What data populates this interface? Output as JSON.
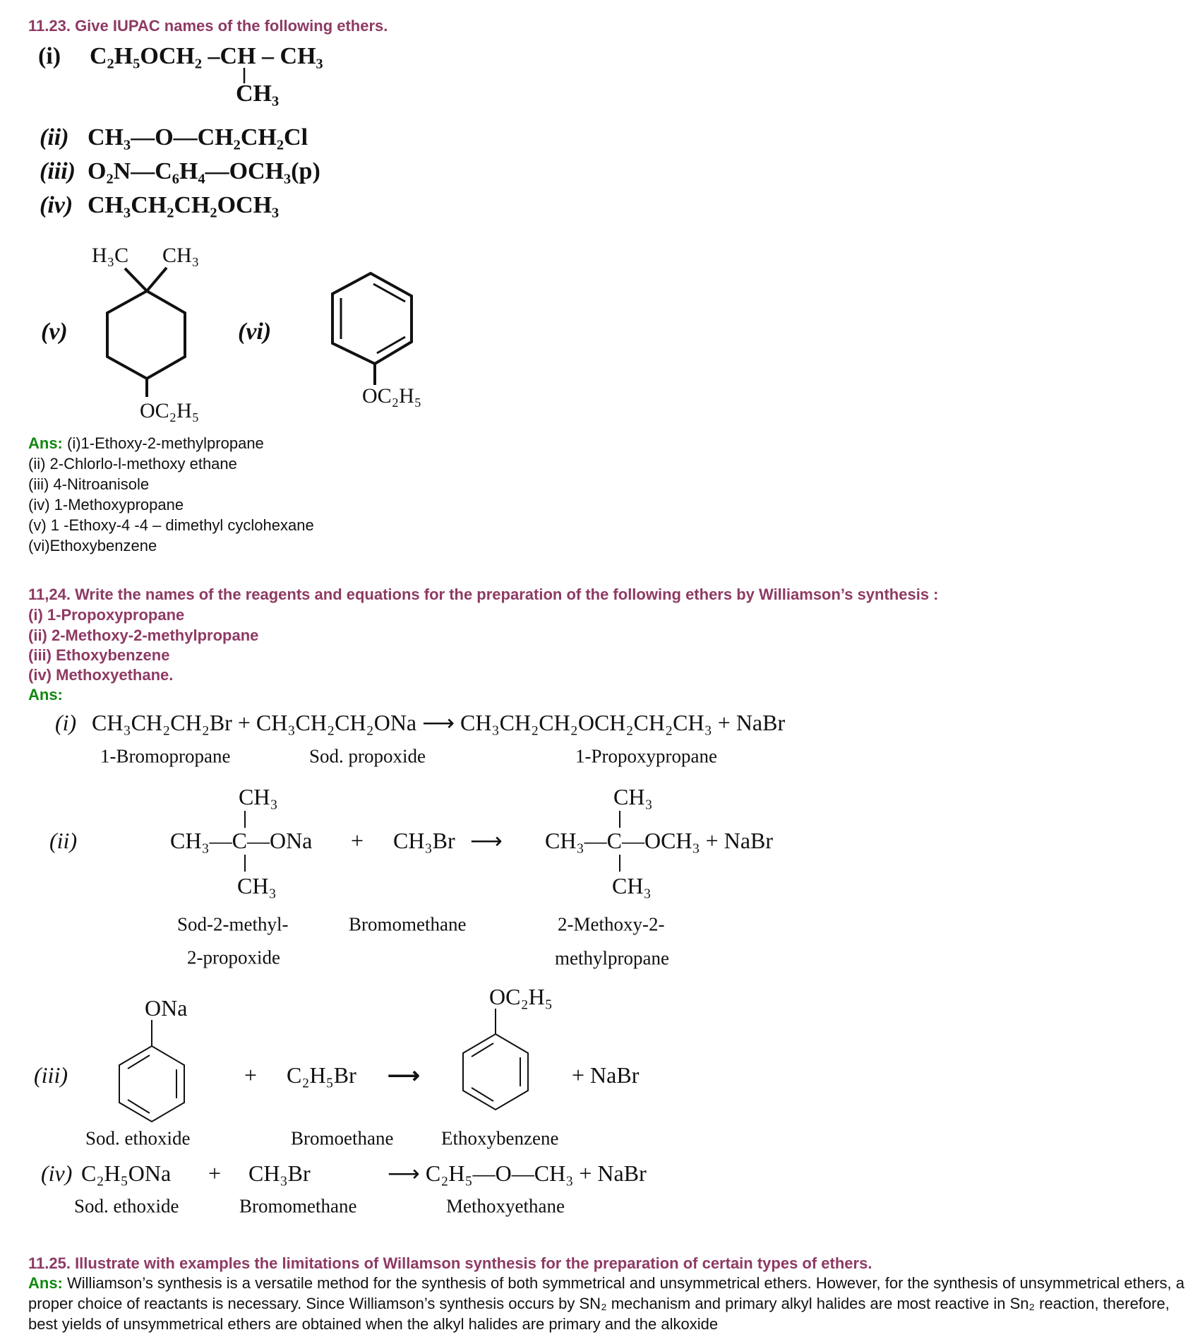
{
  "q23": {
    "heading": "11.23. Give IUPAC names of the following ethers.",
    "items": [
      {
        "label": "(i)",
        "formula": "C₂H₅OCH₂ –CH – CH₃",
        "branch": "CH₃"
      },
      {
        "label": "(ii)",
        "formula": "CH₃—O—CH₂CH₂Cl"
      },
      {
        "label": "(iii)",
        "formula": "O₂N—C₆H₄—OCH₃(p)"
      },
      {
        "label": "(iv)",
        "formula": "CH₃CH₂CH₂OCH₃"
      },
      {
        "label": "(v)",
        "groups": [
          "H₃C",
          "CH₃",
          "OC₂H₅"
        ]
      },
      {
        "label": "(vi)",
        "groups": [
          "OC₂H₅"
        ]
      }
    ],
    "ans_label": "Ans:",
    "answers": [
      "(i)1-Ethoxy-2-methylpropane",
      "(ii) 2-Chlorlo-l-methoxy ethane",
      "(iii) 4-Nitroanisole",
      "(iv) 1-Methoxypropane",
      "(v) 1 -Ethoxy-4 -4 – dimethyl cyclohexane",
      "(vi)Ethoxybenzene"
    ]
  },
  "q24": {
    "heading": "11,24. Write the names of the reagents and equations for the preparation of the following ethers by Williamson’s synthesis :",
    "items": [
      "(i) 1-Propoxypropane",
      "(ii) 2-Methoxy-2-methylpropane",
      "(iii) Ethoxybenzene",
      "(iv) Methoxyethane."
    ],
    "ans_label": "Ans:",
    "eq1": {
      "label": "(i)",
      "equation": "CH₃CH₂CH₂Br + CH₃CH₂CH₂ONa ⟶ CH₃CH₂CH₂OCH₂CH₂CH₃ + NaBr",
      "names": [
        "1-Bromopropane",
        "Sod. propoxide",
        "1-Propoxypropane"
      ]
    },
    "eq2": {
      "label": "(ii)",
      "reactant_top": "CH₃",
      "reactant_main": "CH₃—C—ONa",
      "reactant_bottom": "CH₃",
      "plus": "+",
      "reagent": "CH₃Br",
      "arrow": "⟶",
      "product_top": "CH₃",
      "product_main": "CH₃—C—OCH₃ + NaBr",
      "product_bottom": "CH₃",
      "names": [
        "Sod-2-methyl-",
        "2-propoxide",
        "Bromomethane",
        "2-Methoxy-2-",
        "methylpropane"
      ]
    },
    "eq3": {
      "label": "(iii)",
      "reactant_group": "ONa",
      "plus": "+",
      "reagent": "C₂H₅Br",
      "arrow": "⟶",
      "product_group": "OC₂H₅",
      "byproduct": "+ NaBr",
      "names": [
        "Sod. ethoxide",
        "Bromoethane",
        "Ethoxybenzene"
      ]
    },
    "eq4": {
      "label": "(iv)",
      "reactant": "C₂H₅ONa",
      "plus": "+",
      "reagent": "CH₃Br",
      "product": "⟶ C₂H₅—O—CH₃ + NaBr",
      "names": [
        "Sod. ethoxide",
        "Bromomethane",
        "Methoxyethane"
      ]
    }
  },
  "q25": {
    "heading": "11.25. Illustrate with examples the limitations of Willamson synthesis for the preparation of certain types of ethers.",
    "ans_label": "Ans:",
    "answer": "Williamson’s synthesis is a versatile method for the synthesis of both symmetrical and unsymmetrical ethers. However, for the synthesis of unsymmetrical ethers, a proper choice of reactants is necessary. Since Williamson’s synthesis occurs by SN₂ mechanism and primary alkyl halides are most reactive in Sn₂ reaction, therefore, best yields of unsymmetrical ethers are obtained when the alkyl halides are primary and the alkoxide"
  },
  "colors": {
    "heading": "#8e3a64",
    "answer_label": "#118811"
  }
}
